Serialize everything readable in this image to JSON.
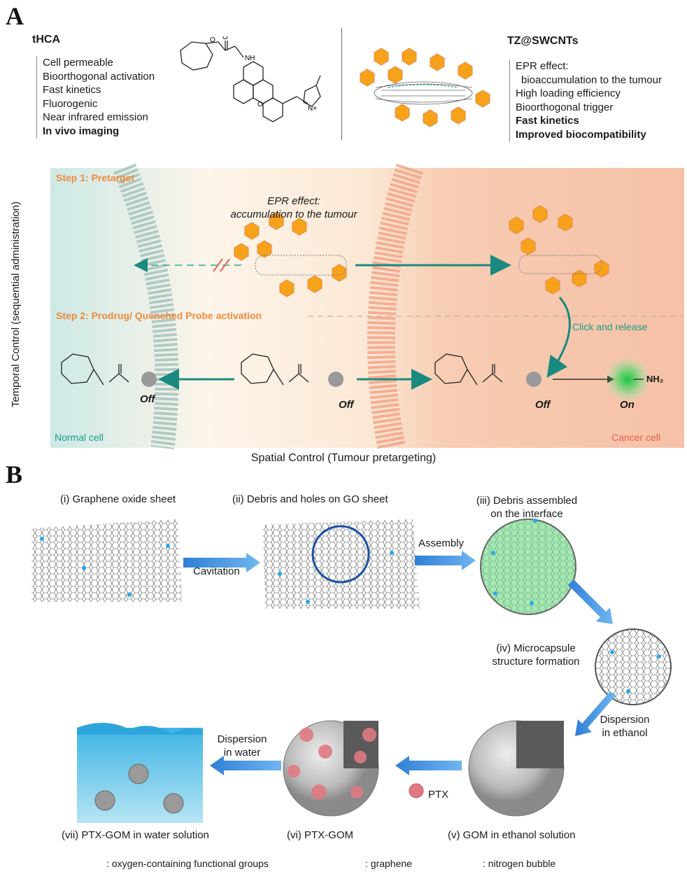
{
  "panel_a": {
    "letter": "A",
    "thca": {
      "title": "tHCA",
      "items": [
        "Cell permeable",
        "Bioorthogonal activation",
        "Fast kinetics",
        "Fluorogenic",
        "Near infrared emission",
        "In vivo imaging"
      ]
    },
    "tz": {
      "title": "TZ@SWCNTs",
      "items": [
        "EPR effect:",
        "bioaccumulation to the tumour",
        "High loading efficiency",
        "Bioorthogonal trigger",
        "Fast kinetics",
        "Improved biocompatibility"
      ]
    },
    "scheme": {
      "step1": "Step 1: Pretarget",
      "step2": "Step 2: Prodrug/ Quenched Probe activation",
      "epr_line1": "EPR effect:",
      "epr_line2": "accumulation to the tumour",
      "click_release": "Click and release",
      "normal_cell": "Normal cell",
      "cancer_cell": "Cancer cell",
      "off": "Off",
      "on": "On",
      "amine": "NH₂",
      "y_axis": "Temporal Control (sequential administration)",
      "x_axis": "Spatial Control (Tumour pretargeting)"
    },
    "colors": {
      "normal": "#cde9e5",
      "tumour": "#f6c3a9",
      "hexagon": "#f7a21b",
      "arrow": "#1a8a80"
    }
  },
  "panel_b": {
    "letter": "B",
    "steps": {
      "i": "(i) Graphene oxide sheet",
      "ii": "(ii) Debris and holes on GO sheet",
      "iii_1": "(iii) Debris assembled",
      "iii_2": "on the interface",
      "iv_1": "(iv) Microcapsule",
      "iv_2": "structure formation",
      "v": "(v) GOM in ethanol solution",
      "vi": "(vi) PTX-GOM",
      "vii": "(vii) PTX-GOM in water solution"
    },
    "arrows": {
      "cavitation": "Cavitation",
      "assembly": "Assembly",
      "dispersion_ethanol_1": "Dispersion",
      "dispersion_ethanol_2": "in ethanol",
      "ptx": "PTX",
      "dispersion_water_1": "Dispersion",
      "dispersion_water_2": "in water"
    },
    "legend": {
      "oxygen": ": oxygen-containing functional groups",
      "graphene": ": graphene",
      "nitrogen": ": nitrogen bubble"
    },
    "colors": {
      "arrow": "#3b8de0",
      "oxygen": "#2aa7e8",
      "bubble": "#a6e8b4",
      "ptx": "#e07a82",
      "water": "#5cc3e8"
    }
  }
}
